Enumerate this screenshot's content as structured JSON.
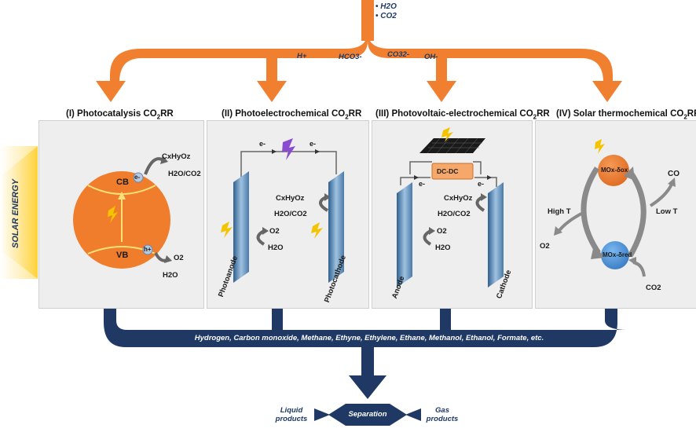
{
  "inputs": [
    "H2O",
    "CO2"
  ],
  "ions": {
    "h": "H+",
    "hco3": "HCO3-",
    "co3": "CO32-",
    "oh": "OH-"
  },
  "solar_energy_label": "SOLAR ENERGY",
  "panels": [
    {
      "title_main": "(I) Photocatalysis CO",
      "title_sub": "2",
      "title_end": "RR",
      "labels": {
        "cb": "CB",
        "vb": "VB",
        "e": "e-",
        "h": "h+",
        "product": "CxHyOz",
        "h2o_co2": "H2O/CO2",
        "o2": "O2",
        "h2o": "H2O"
      }
    },
    {
      "title_main": "(II) Photoelectrochemical CO",
      "title_sub": "2",
      "title_end": "RR",
      "labels": {
        "e1": "e-",
        "e2": "e-",
        "product": "CxHyOz",
        "h2o_co2": "H2O/CO2",
        "o2": "O2",
        "h2o": "H2O",
        "anode": "Photoanode",
        "cathode": "Photocathode"
      }
    },
    {
      "title_main": "(III) Photovoltaic-electrochemical CO",
      "title_sub": "2",
      "title_end": "RR",
      "labels": {
        "dcdc": "DC-DC",
        "e1": "e-",
        "e2": "e-",
        "product": "CxHyOz",
        "h2o_co2": "H2O/CO2",
        "o2": "O2",
        "h2o": "H2O",
        "anode": "Anode",
        "cathode": "Cathode"
      }
    },
    {
      "title_main": "(IV) Solar thermochemical CO",
      "title_sub": "2",
      "title_end": "RR",
      "labels": {
        "mox": "MOx-δox",
        "mred": "MOx-δred",
        "high_t": "High T",
        "low_t": "Low T",
        "co": "CO",
        "o2": "O2",
        "co2": "CO2"
      }
    }
  ],
  "products_line": "Hydrogen, Carbon monoxide, Methane, Ethyne, Ethylene, Ethane, Methanol, Ethanol, Formate, etc.",
  "separation": {
    "label": "Separation",
    "liquid": "Liquid products",
    "gas": "Gas products"
  },
  "colors": {
    "orange": "#f08030",
    "navy": "#1f3864",
    "panel_bg": "#eeeeee",
    "blue_ball": "#4a90d9",
    "yellow": "#f5c400"
  }
}
